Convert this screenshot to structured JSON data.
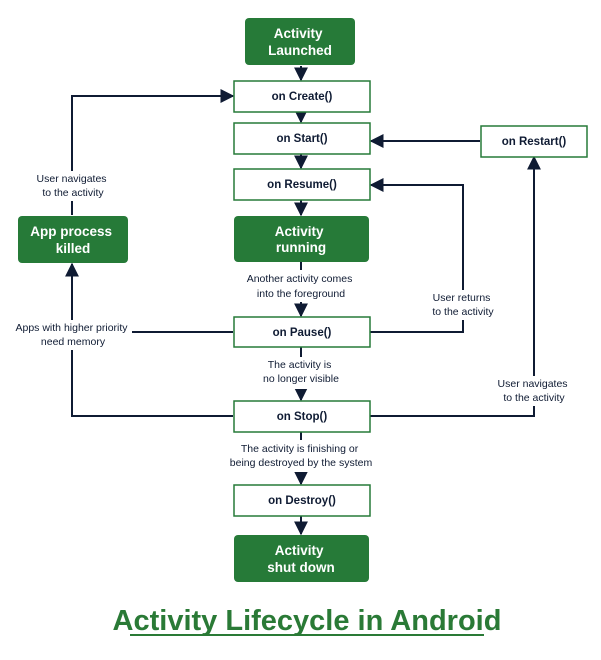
{
  "colors": {
    "green_fill": "#267a38",
    "box_stroke": "#267a38",
    "edge": "#0f1b33",
    "title": "#2a7a36"
  },
  "nodes": {
    "activity_launched": [
      "Activity",
      "Launched"
    ],
    "on_create": "on Create()",
    "on_start": "on Start()",
    "on_resume": "on Resume()",
    "activity_running": [
      "Activity",
      "running"
    ],
    "on_pause": "on Pause()",
    "on_stop": "on Stop()",
    "on_destroy": "on Destroy()",
    "activity_shut_down": [
      "Activity",
      "shut down"
    ],
    "on_restart": "on Restart()",
    "app_process_killed": [
      "App process",
      "killed"
    ]
  },
  "edge_labels": {
    "another_activity": [
      "Another activity comes",
      "into the foreground"
    ],
    "no_longer_visible": [
      "The activity is",
      "no longer visible"
    ],
    "finishing": [
      "The activity is finishing or",
      "being destroyed by the system"
    ],
    "user_returns": [
      "User returns",
      "to the activity"
    ],
    "user_navigates_right": [
      "User navigates",
      "to the activity"
    ],
    "user_navigates_left": [
      "User navigates",
      "to the activity"
    ],
    "higher_priority": [
      "Apps with higher priority",
      "need memory"
    ]
  },
  "title": "Activity Lifecycle in Android"
}
